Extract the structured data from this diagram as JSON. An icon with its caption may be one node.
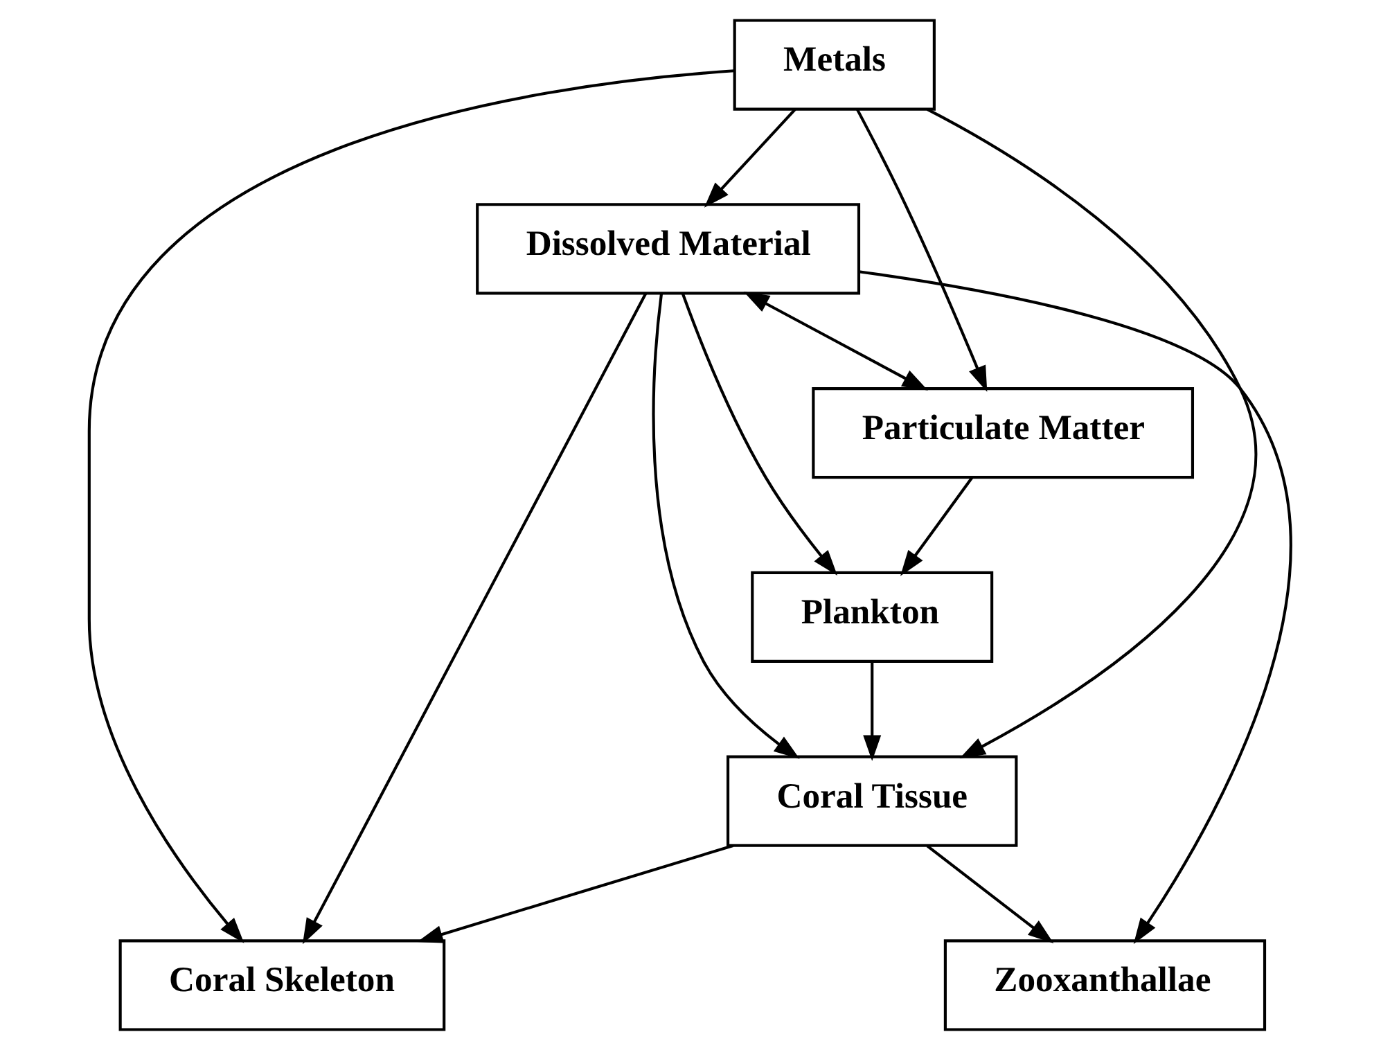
{
  "diagram": {
    "nodes": [
      {
        "text": [
          "Metals"
        ]
      },
      {
        "text": [
          "Dissolved Material"
        ]
      },
      {
        "text": [
          "Particulate Matter"
        ]
      },
      {
        "text": [
          "Zooxanthallae"
        ]
      },
      {
        "text": [
          "Plankton"
        ]
      },
      {
        "text": [
          "Coral Tissue"
        ]
      },
      {
        "text": [
          "Coral Skeleton"
        ]
      }
    ],
    "edges": [
      {
        "from": 0,
        "to": 1,
        "arrow": "to"
      },
      {
        "from": 0,
        "to": 2,
        "arrow": "to"
      },
      {
        "from": 1,
        "to": 2,
        "arrow": "both"
      },
      {
        "from": 1,
        "to": 3,
        "arrow": "to"
      },
      {
        "from": 1,
        "to": 4,
        "arrow": "to"
      },
      {
        "from": 2,
        "to": 4,
        "arrow": "to"
      },
      {
        "from": 4,
        "to": 5,
        "arrow": "to"
      },
      {
        "from": 5,
        "to": 3,
        "arrow": "to"
      },
      {
        "from": 1,
        "to": 5,
        "arrow": "to"
      },
      {
        "from": 1,
        "to": 6,
        "arrow": "to"
      },
      {
        "from": 5,
        "to": 6,
        "arrow": "to"
      },
      {
        "from": 0,
        "to": 5,
        "arrow": "to"
      },
      {
        "from": 0,
        "to": 6,
        "arrow": "to"
      }
    ]
  }
}
